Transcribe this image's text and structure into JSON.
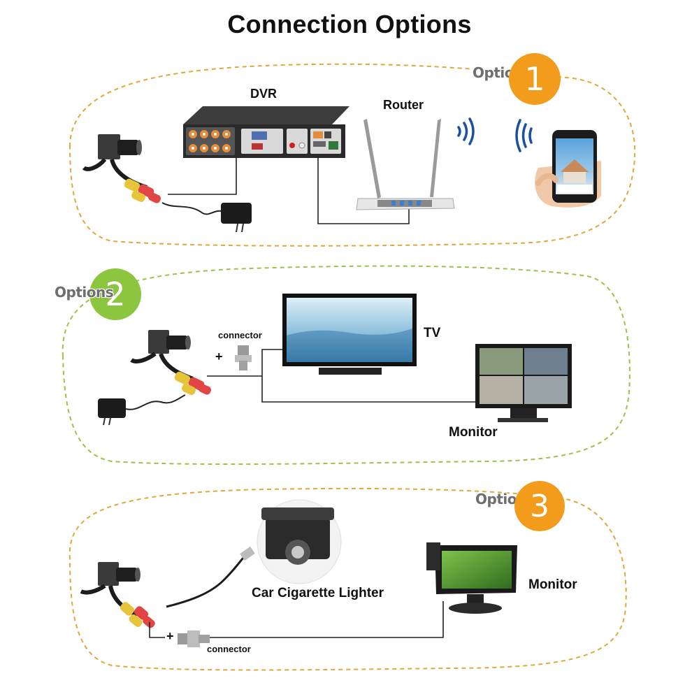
{
  "title": "Connection Options",
  "options": [
    {
      "word": "Options",
      "number": "1",
      "color": "#f39c1b"
    },
    {
      "word": "Options",
      "number": "2",
      "color": "#8cc63f"
    },
    {
      "word": "Options",
      "number": "3",
      "color": "#f39c1b"
    }
  ],
  "option1": {
    "dvr_label": "DVR",
    "router_label": "Router"
  },
  "option2": {
    "connector_label": "connector",
    "plus": "+",
    "tv_label": "TV",
    "monitor_label": "Monitor"
  },
  "option3": {
    "lighter_label": "Car Cigarette Lighter",
    "monitor_label": "Monitor",
    "connector_label": "connector",
    "plus": "+"
  },
  "colors": {
    "dash_orange": "#e0a83a",
    "dash_green": "#9cc24a",
    "wire": "#222222"
  }
}
